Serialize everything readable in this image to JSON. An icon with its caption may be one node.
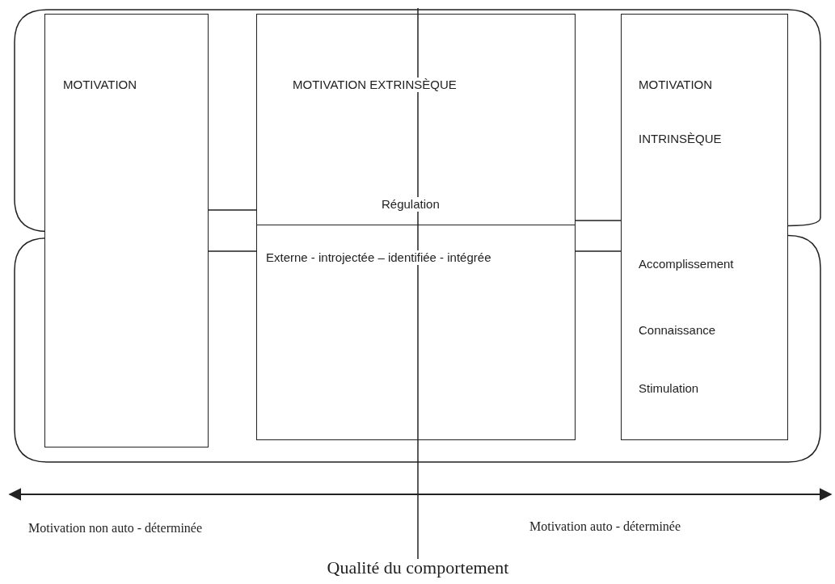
{
  "diagram": {
    "caption": "Qualité du comportement",
    "nodes": [
      {
        "text": [],
        "shape": "box"
      },
      {
        "text": [
          "MOTIVATION"
        ],
        "in": 0
      },
      {
        "text": [
          "MOTIVATION EXTRINSÈQUE",
          "Régulation",
          "Externe - introjectée – identifiée - intégrée"
        ],
        "in": 0
      },
      {
        "text": [
          "MOTIVATION",
          "INTRINSÈQUE",
          "Accomplissement",
          "Connaissance",
          "Stimulation"
        ],
        "in": 0
      }
    ],
    "edges": [
      {
        "from": 1,
        "to": 2,
        "arrow": "none"
      },
      {
        "from": 2,
        "to": 3,
        "arrow": "none"
      }
    ],
    "labels": [
      "Motivation  non auto - déterminée",
      "Motivation auto - déterminée"
    ]
  }
}
